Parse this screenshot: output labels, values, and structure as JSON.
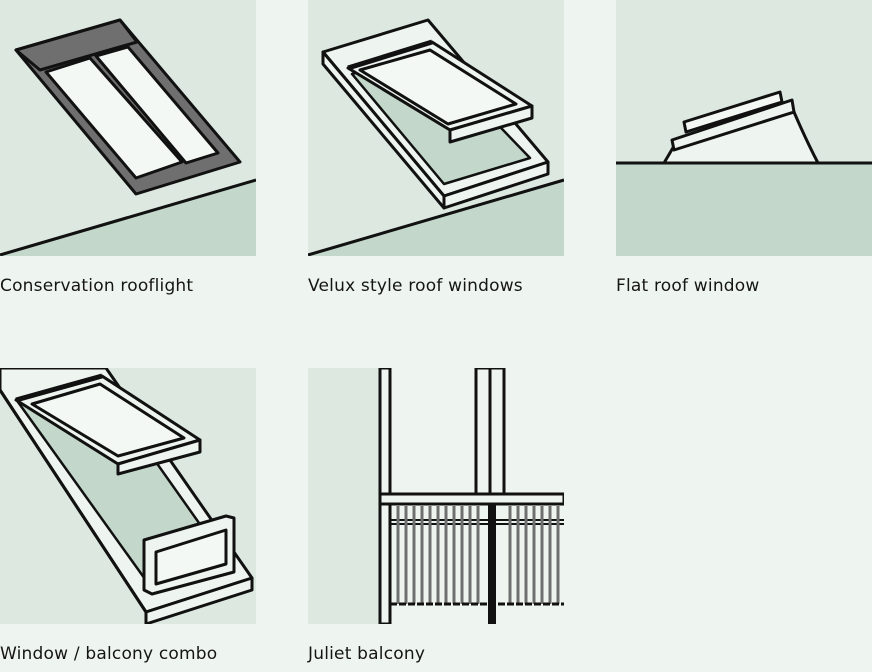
{
  "colors": {
    "page_bg": "#eef4f0",
    "panel_bg": "#dde8e1",
    "ground": "#c3d8ca",
    "glass": "#f4f8f5",
    "frame_grey": "#6f6f6f",
    "outline": "#111111"
  },
  "products": [
    {
      "label": "Conservation rooflight",
      "icon": "conservation-rooflight-icon"
    },
    {
      "label": "Velux style roof windows",
      "icon": "velux-roof-window-icon"
    },
    {
      "label": "Flat roof window",
      "icon": "flat-roof-window-icon"
    },
    {
      "label": "Window / balcony combo",
      "icon": "window-balcony-combo-icon"
    },
    {
      "label": "Juliet balcony",
      "icon": "juliet-balcony-icon"
    }
  ]
}
